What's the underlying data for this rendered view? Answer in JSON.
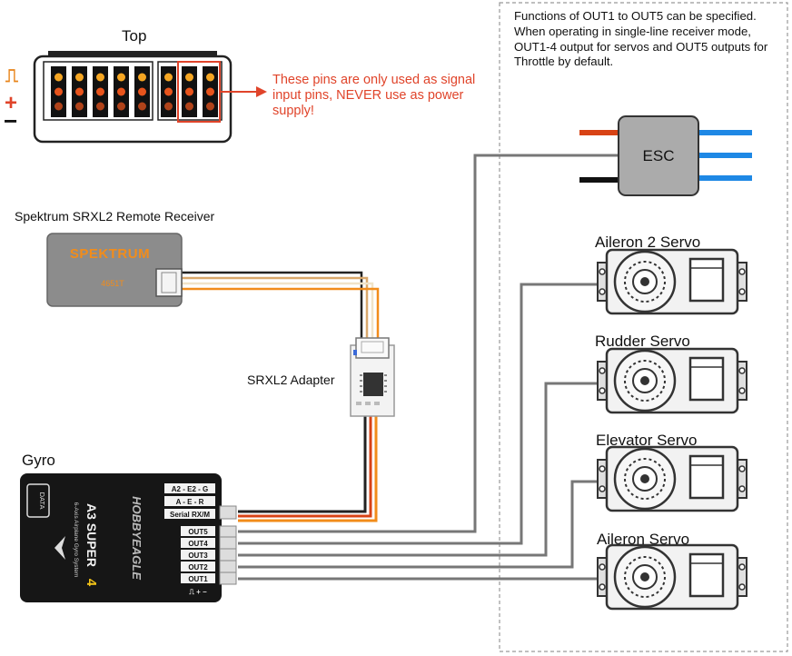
{
  "pin_header": {
    "title": "Top",
    "warning": "These pins are only used as signal input pins, NEVER use as power supply!",
    "symbols": {
      "signal": "⎍",
      "plus": "+",
      "minus": "−"
    }
  },
  "note": {
    "text": "Functions of OUT1 to OUT5 can be specified. When operating in single-line receiver mode, OUT1-4 output for servos and OUT5 outputs for Throttle by default."
  },
  "receiver": {
    "label": "Spektrum SRXL2 Remote Receiver",
    "brand": "SPEKTRUM",
    "model": "4651T"
  },
  "adapter": {
    "label": "SRXL2 Adapter"
  },
  "gyro": {
    "label": "Gyro",
    "brand": "HOBBYEAGLE",
    "product": "A3 SUPER",
    "product_num": "4",
    "subtitle": "6-Axis Airplane Gyro System",
    "data_port": "DATA",
    "ports": [
      "A2 - E2 - G",
      "A - E - R",
      "Serial RX/M",
      "OUT5",
      "OUT4",
      "OUT3",
      "OUT2",
      "OUT1"
    ],
    "pin_legend": "⎍ + −"
  },
  "esc": {
    "label": "ESC"
  },
  "servos": [
    {
      "label": "Aileron 2 Servo"
    },
    {
      "label": "Rudder Servo"
    },
    {
      "label": "Elevator Servo"
    },
    {
      "label": "Aileron Servo"
    }
  ],
  "colors": {
    "accent_red": "#e0442a",
    "wire_gray": "#777777",
    "wire_orange": "#f28c1a",
    "esc_blue": "#1e88e5",
    "esc_red": "#d84315"
  }
}
